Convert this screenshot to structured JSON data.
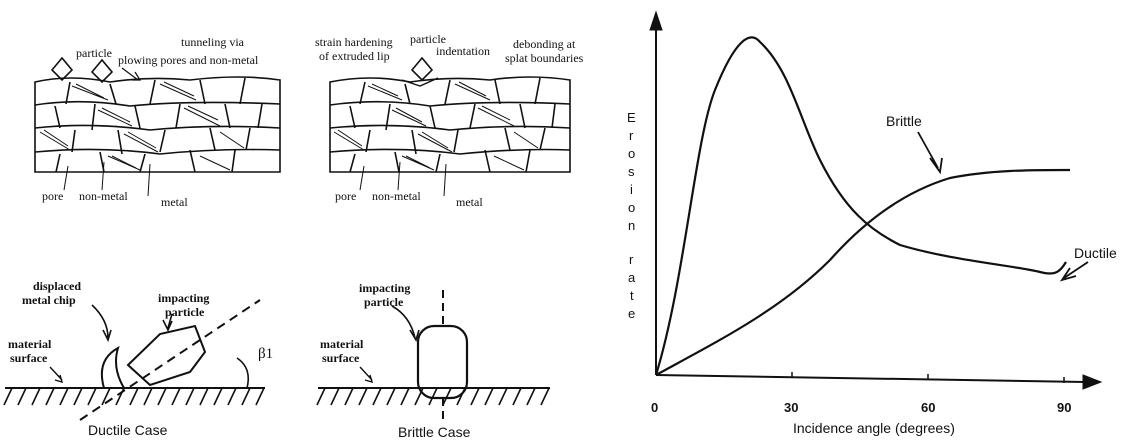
{
  "structure_left": {
    "labels": {
      "particle": "particle",
      "tunneling": "tunneling via",
      "plowing": "plowing pores and non-metal",
      "pore": "pore",
      "non_metal": "non-metal",
      "metal": "metal"
    }
  },
  "structure_right": {
    "labels": {
      "strain_1": "strain hardening",
      "strain_2": "of extruded lip",
      "particle": "particle",
      "indentation": "indentation",
      "debonding_1": "debonding at",
      "debonding_2": "splat boundaries",
      "pore": "pore",
      "non_metal": "non-metal",
      "metal": "metal"
    }
  },
  "ductile_case": {
    "displaced_1": "displaced",
    "displaced_2": "metal  chip",
    "impacting_1": "impacting",
    "impacting_2": "particle",
    "material_1": "material",
    "material_2": "surface",
    "angle_label": "β1",
    "caption": "Ductile Case"
  },
  "brittle_case": {
    "impacting_1": "impacting",
    "impacting_2": "particle",
    "material_1": "material",
    "material_2": "surface",
    "caption": "Brittle Case"
  },
  "erosion_chart": {
    "ylabel_letters": [
      "E",
      "r",
      "o",
      "s",
      "i",
      "o",
      "n",
      "r",
      "a",
      "t",
      "e"
    ],
    "xlabel": "Incidence angle (degrees)",
    "x_ticks": [
      "0",
      "30",
      "60",
      "90"
    ],
    "label_brittle": "Brittle",
    "label_ductile": "Ductile"
  }
}
